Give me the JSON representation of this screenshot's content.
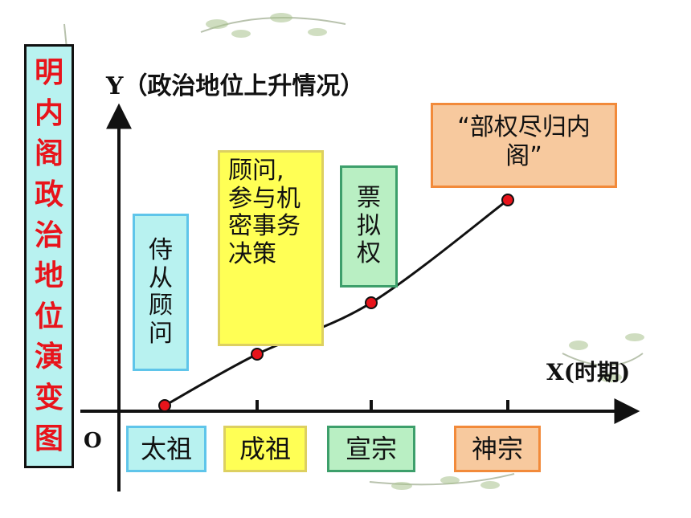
{
  "chart_data": {
    "type": "line",
    "title": "明内阁政治地位演变图",
    "ylabel": "Y（政治地位上升情况）",
    "xlabel": "X(时期)",
    "origin_label": "O",
    "categories": [
      "太祖",
      "成祖",
      "宣宗",
      "神宗"
    ],
    "values": [
      0,
      1,
      2,
      4
    ],
    "annotations": [
      "侍从顾问",
      "顾问, 参与机密事务决策",
      "票拟权",
      "“部权尽归内阁”"
    ],
    "colors": {
      "line": "#111111",
      "point_fill": "#e8141b",
      "taizu": "#5fc5ea",
      "chengzu": "#f2e24a",
      "xuanzong": "#3d9f6b",
      "shenzong": "#f28a3a"
    }
  }
}
